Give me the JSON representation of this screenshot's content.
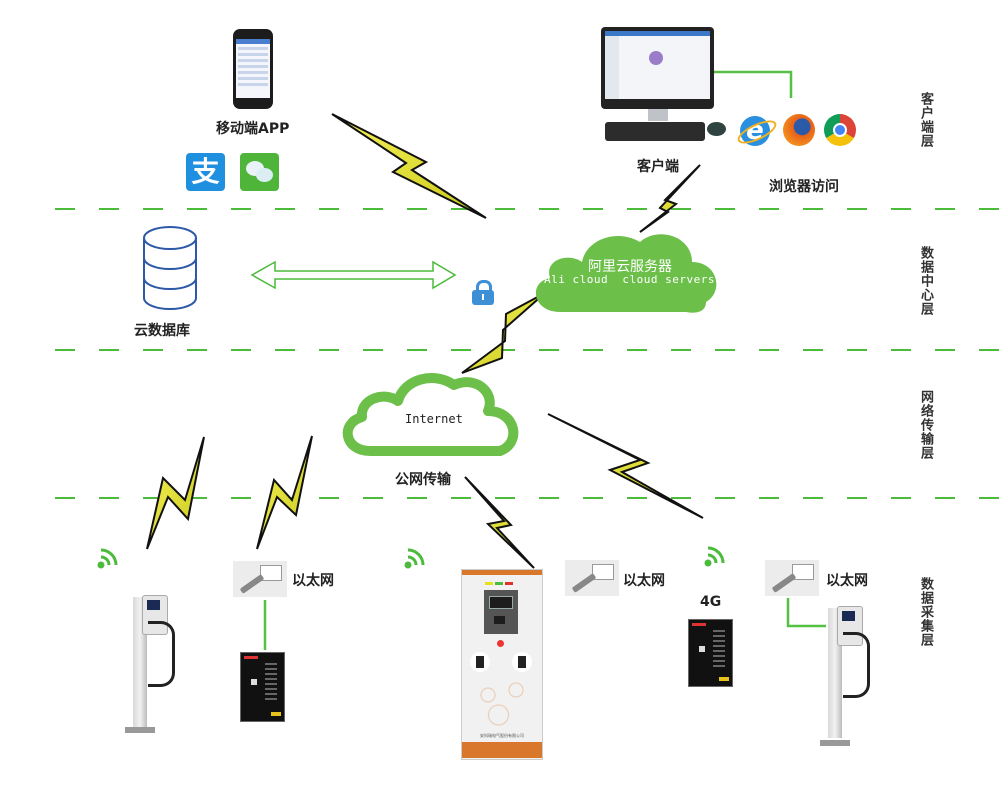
{
  "layers": [
    {
      "id": "client",
      "label": "客户端层"
    },
    {
      "id": "datacenter",
      "label": "数据中心层"
    },
    {
      "id": "network",
      "label": "网络传输层"
    },
    {
      "id": "collection",
      "label": "数据采集层"
    }
  ],
  "client_layer": {
    "mobile_app_label": "移动端APP",
    "client_label": "客户端",
    "browser_label": "浏览器访问",
    "payment_icons": [
      "alipay-icon",
      "wechat-icon"
    ],
    "browsers": [
      "ie-icon",
      "firefox-icon",
      "chrome-icon"
    ]
  },
  "datacenter_layer": {
    "database_label": "云数据库",
    "cloud_server_label_cn": "阿里云服务器",
    "cloud_server_label_en": "Ali cloud  cloud servers"
  },
  "network_layer": {
    "internet_label": "Internet",
    "public_network_label": "公网传输"
  },
  "collection_layer": {
    "ethernet_label_1": "以太网",
    "ethernet_label_2": "以太网",
    "ethernet_label_3": "以太网",
    "g4_label": "4G",
    "cabinet_maker": "安科瑞电气股份有限公司"
  },
  "colors": {
    "dash_green": "#4cbb3c",
    "cloud_green": "#6cc04a",
    "bolt_yellow": "#e8e620",
    "db_blue": "#2d5aa8",
    "lock_blue": "#3d8fd6",
    "cabinet_orange": "#d9772c"
  }
}
